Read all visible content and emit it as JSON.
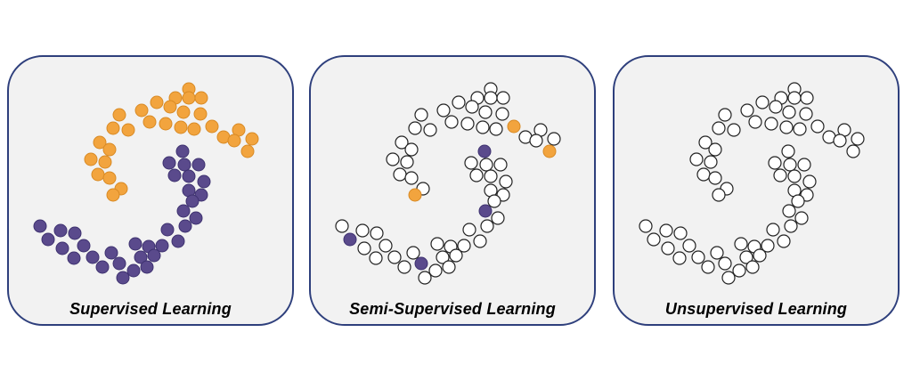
{
  "panels": [
    {
      "title": "Supervised Learning"
    },
    {
      "title": "Semi-Supervised Learning"
    },
    {
      "title": "Unsupervised Learning"
    }
  ],
  "legend_colors": {
    "class_a": "#f2a43e",
    "class_b": "#5a4a8c",
    "unlabeled": "#ffffff",
    "stroke": "#222222",
    "panel_border": "#2e3f7c"
  }
}
